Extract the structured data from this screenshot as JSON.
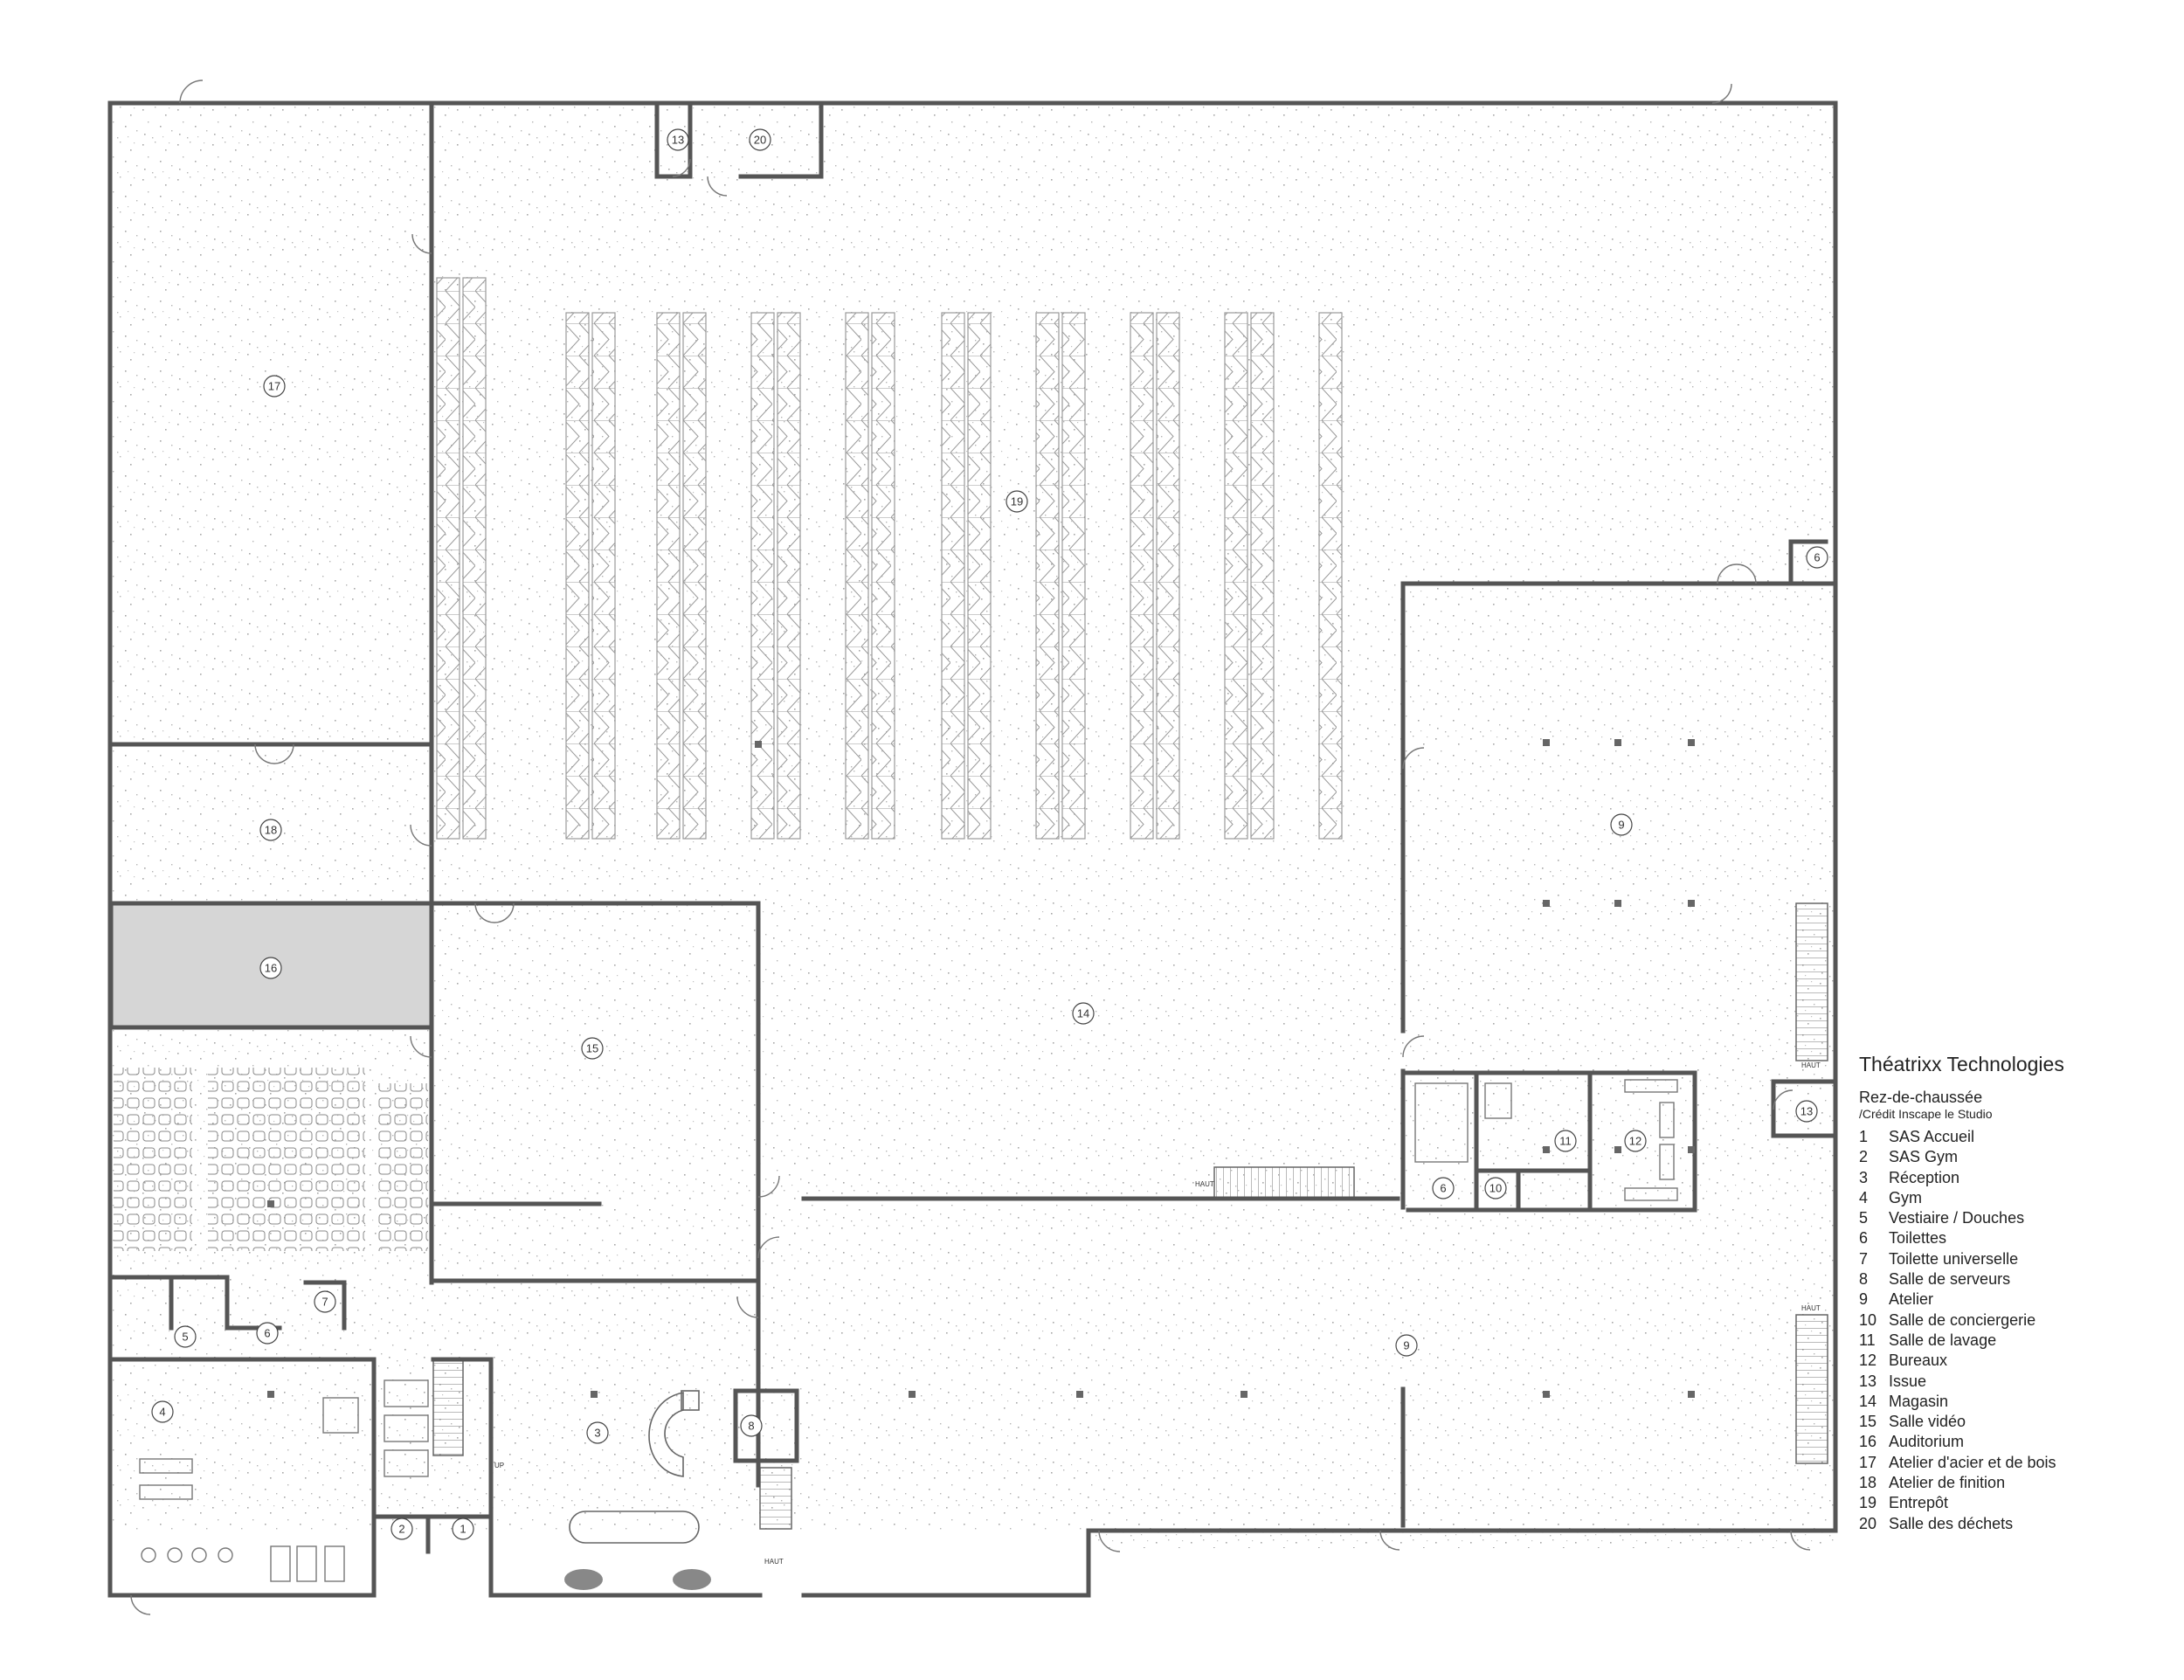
{
  "legend": {
    "title": "Théatrixx Technologies",
    "floor": "Rez-de-chaussée",
    "credit": "/Crédit Inscape le Studio",
    "items": [
      {
        "num": "1",
        "label": "SAS Accueil"
      },
      {
        "num": "2",
        "label": "SAS Gym"
      },
      {
        "num": "3",
        "label": "Réception"
      },
      {
        "num": "4",
        "label": "Gym"
      },
      {
        "num": "5",
        "label": "Vestiaire / Douches"
      },
      {
        "num": "6",
        "label": "Toilettes"
      },
      {
        "num": "7",
        "label": "Toilette universelle"
      },
      {
        "num": "8",
        "label": "Salle de serveurs"
      },
      {
        "num": "9",
        "label": "Atelier"
      },
      {
        "num": "10",
        "label": "Salle de conciergerie"
      },
      {
        "num": "11",
        "label": "Salle de lavage"
      },
      {
        "num": "12",
        "label": "Bureaux"
      },
      {
        "num": "13",
        "label": "Issue"
      },
      {
        "num": "14",
        "label": "Magasin"
      },
      {
        "num": "15",
        "label": "Salle vidéo"
      },
      {
        "num": "16",
        "label": "Auditorium"
      },
      {
        "num": "17",
        "label": "Atelier d'acier et de bois"
      },
      {
        "num": "18",
        "label": "Atelier de finition"
      },
      {
        "num": "19",
        "label": "Entrepôt"
      },
      {
        "num": "20",
        "label": "Salle des déchets"
      }
    ]
  },
  "room_markers": [
    "1",
    "2",
    "3",
    "4",
    "5",
    "6",
    "6",
    "6",
    "7",
    "8",
    "9",
    "9",
    "10",
    "11",
    "12",
    "13",
    "13",
    "14",
    "15",
    "16",
    "17",
    "18",
    "19",
    "20"
  ],
  "annotations": {
    "haut": "HAUT",
    "up": "UP"
  },
  "colors": {
    "wall": "#555555",
    "speckle": "#9a9a9a",
    "auditorium": "#d9d9d9",
    "line": "#777777"
  }
}
